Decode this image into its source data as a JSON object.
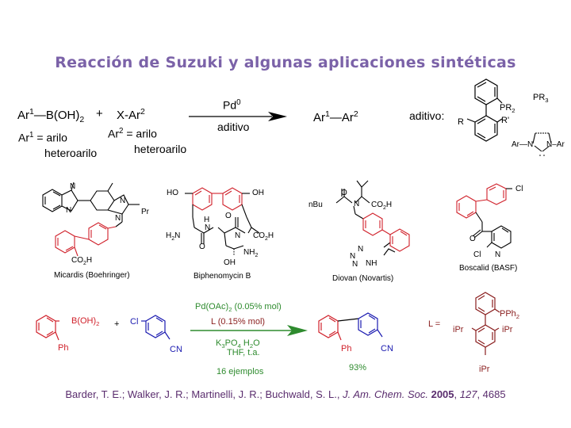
{
  "title": "Reacción de Suzuki y algunas aplicaciones sintéticas",
  "general_reaction": {
    "reagent1": {
      "main": "Ar",
      "sup1": "1",
      "tail": "—B(OH)",
      "sub": "2"
    },
    "plus": "+",
    "reagent2": {
      "main": "X-Ar",
      "sup": "2"
    },
    "catalyst": {
      "main": "Pd",
      "sup": "0"
    },
    "additive_label": "aditivo",
    "product": {
      "a": "Ar",
      "sup1": "1",
      "dash": "—Ar",
      "sup2": "2"
    },
    "ar1_def": {
      "main": "Ar",
      "sup": "1",
      "rest": " = arilo",
      "alt": "heteroarilo"
    },
    "ar2_def": {
      "main": "Ar",
      "sup": "2",
      "rest": " = arilo",
      "alt": "heteroarilo"
    },
    "additive_heading": "aditivo:",
    "additives": {
      "phosphine_sub": "PR",
      "phosphine_sub_n": "2",
      "r_label": "R",
      "r_prime_label": "R'",
      "pr3": "PR",
      "pr3_n": "3",
      "nhc_left": "Ar",
      "nhc_right": "Ar",
      "nhc_n": "N"
    }
  },
  "applications": [
    {
      "name": "Micardis (Boehringer)",
      "labels": {
        "pr": "Pr",
        "n": "N",
        "co2h": "CO",
        "co2h_sub": "2",
        "co2h_h": "H"
      }
    },
    {
      "name": "Biphenomycin B",
      "labels": {
        "ho": "HO",
        "oh": "OH",
        "h2n": "H",
        "h2n_sub": "2",
        "h2n_n": "N",
        "h": "H",
        "n": "N",
        "o": "O",
        "co2h": "CO",
        "co2h_sub": "2",
        "co2h_h": "H",
        "nh2": "NH",
        "nh2_sub": "2",
        "oh2": "OH"
      }
    },
    {
      "name": "Diovan (Novartis)",
      "labels": {
        "nbu": "nBu",
        "n": "N",
        "o": "O",
        "co2h": "CO",
        "co2h_sub": "2",
        "co2h_h": "H",
        "nh": "NH"
      }
    },
    {
      "name": "Boscalid (BASF)",
      "labels": {
        "cl": "Cl",
        "o": "O",
        "cl2": "Cl",
        "n": "N"
      }
    }
  ],
  "example_reaction": {
    "reagent1": {
      "boh": "B(OH)",
      "boh_sub": "2",
      "ph": "Ph"
    },
    "plus": "+",
    "reagent2": {
      "cl": "Cl",
      "cn": "CN"
    },
    "conditions_above": {
      "line1": "Pd(OAc)",
      "line1_sub": "2",
      "line1_rest": " (0.05% mol)",
      "line2": "L (0.15% mol)"
    },
    "conditions_below": {
      "line1a": "K",
      "line1a_sub": "3",
      "line1b": "PO",
      "line1b_sub": "4",
      "line1c": " H",
      "line1c_sub": "2",
      "line1d": "O",
      "line2": "THF, t.a.",
      "line3": "16 ejemplos"
    },
    "product": {
      "ph": "Ph",
      "cn": "CN",
      "yield": "93%"
    },
    "ligand": {
      "label": "L =",
      "pph2": "PPh",
      "pph2_sub": "2",
      "ipr": "iPr"
    }
  },
  "citation": {
    "authors": "Barder, T. E.; Walker, J. R.; Martinelli, J. R.; Buchwald, S. L., ",
    "journal": "J. Am. Chem. Soc.",
    "year": "2005",
    "volume": "127",
    "pages": ", 4685"
  },
  "colors": {
    "title": "#7b62a8",
    "red": "#d0202a",
    "blue": "#1a1ab0",
    "green": "#2e8b2e",
    "maroon": "#8a1e1e",
    "citation": "#5a2d6e"
  }
}
